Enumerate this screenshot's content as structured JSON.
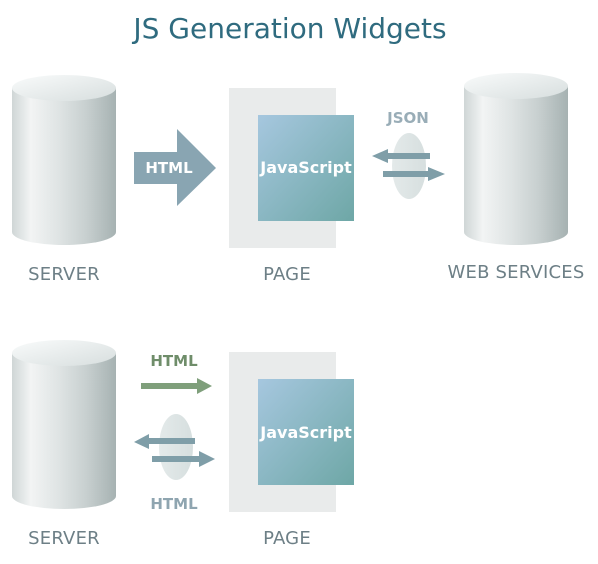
{
  "title": "JS Generation Widgets",
  "top": {
    "server_label": "SERVER",
    "page_label": "PAGE",
    "script_label": "JavaScript",
    "html_arrow_label": "HTML",
    "json_label": "JSON",
    "web_services_label": "WEB SERVICES"
  },
  "bottom": {
    "server_label": "SERVER",
    "page_label": "PAGE",
    "script_label": "JavaScript",
    "html_top_label": "HTML",
    "html_bottom_label": "HTML"
  },
  "colors": {
    "title": "#2f6b7f",
    "page_bg": "#e9ebeb",
    "box_start": "#9ec2d7",
    "box_end": "#6ea6a6",
    "arrow_main": "#8ea8b4",
    "arrow_green": "#7f9f7b",
    "label_gray": "#6d7f86"
  }
}
